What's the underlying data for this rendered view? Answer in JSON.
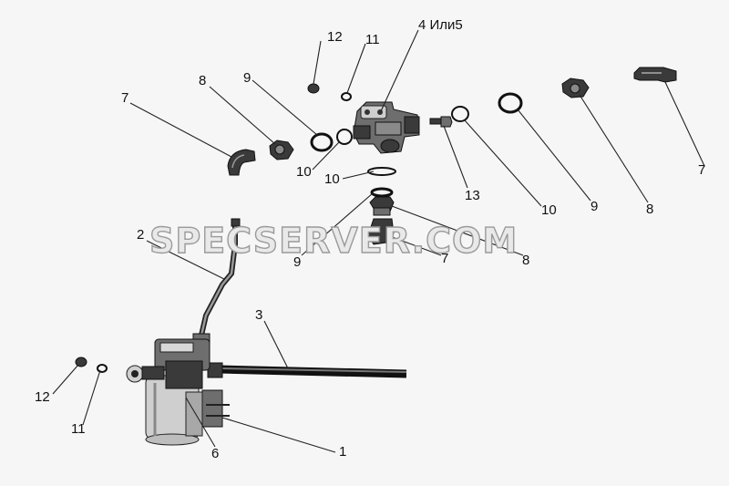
{
  "watermark": "SPECSERVER.COM",
  "callouts": {
    "part_4_or_5": "4 Или5",
    "part_12_top": "12",
    "part_11_top": "11",
    "part_9_left": "9",
    "part_8_left": "8",
    "part_7_left": "7",
    "part_10_a": "10",
    "part_10_b": "10",
    "part_13": "13",
    "part_10_right": "10",
    "part_9_right": "9",
    "part_8_right": "8",
    "part_7_right": "7",
    "part_9_mid": "9",
    "part_7_mid": "7",
    "part_8_mid": "8",
    "part_2": "2",
    "part_3": "3",
    "part_12_bottom": "12",
    "part_11_bottom": "11",
    "part_6": "6",
    "part_1": "1"
  }
}
